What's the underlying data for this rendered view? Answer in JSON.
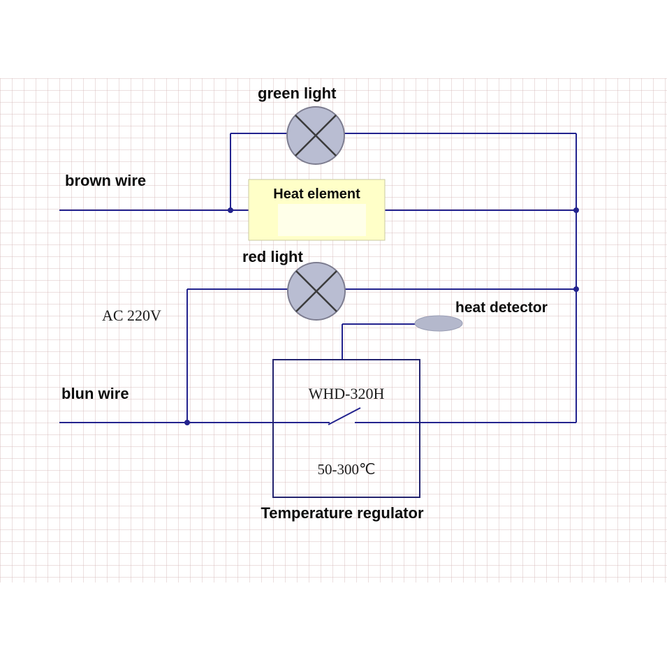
{
  "diagram": {
    "labels": {
      "green_light": "green light",
      "brown_wire": "brown wire",
      "heat_element": "Heat element",
      "red_light": "red light",
      "ac_voltage": "AC 220V",
      "heat_detector": "heat detector",
      "blun_wire": "blun wire",
      "regulator_model": "WHD-320H",
      "regulator_range": "50-300℃",
      "regulator_caption": "Temperature regulator"
    },
    "colors": {
      "wire": "#23238e",
      "lamp_fill": "#b9bdd2",
      "lamp_stroke": "#7d7d90",
      "heat_element_fill": "#ffffc8",
      "heat_element_highlight": "#ffffe9",
      "detector_fill": "#b4b8cc",
      "grid_line": "#f1e6e6"
    }
  }
}
